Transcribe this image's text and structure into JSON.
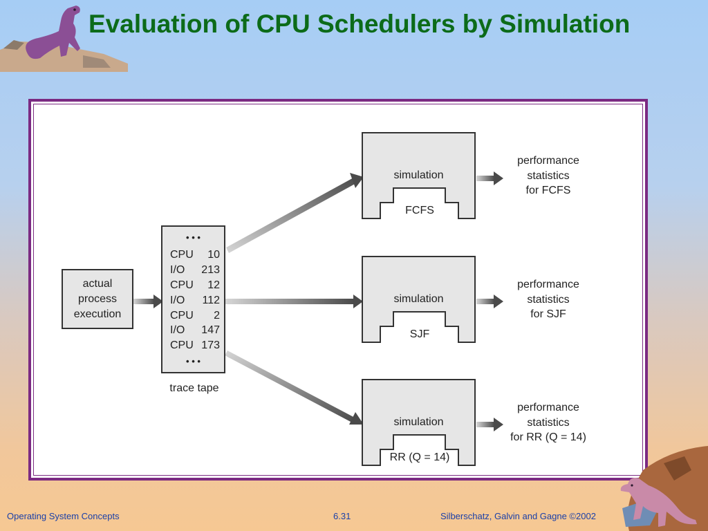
{
  "slide": {
    "title": "Evaluation of CPU Schedulers by Simulation"
  },
  "diagram": {
    "input_box": [
      "actual",
      "process",
      "execution"
    ],
    "trace_tape": {
      "top_ellipsis": "• • •",
      "rows": [
        {
          "op": "CPU",
          "val": "10"
        },
        {
          "op": "I/O",
          "val": "213"
        },
        {
          "op": "CPU",
          "val": "12"
        },
        {
          "op": "I/O",
          "val": "112"
        },
        {
          "op": "CPU",
          "val": "2"
        },
        {
          "op": "I/O",
          "val": "147"
        },
        {
          "op": "CPU",
          "val": "173"
        }
      ],
      "bottom_ellipsis": "• • •",
      "label": "trace tape"
    },
    "simulations": [
      {
        "label": "simulation",
        "scheduler": "FCFS",
        "stats": [
          "performance",
          "statistics",
          "for FCFS"
        ]
      },
      {
        "label": "simulation",
        "scheduler": "SJF",
        "stats": [
          "performance",
          "statistics",
          "for SJF"
        ]
      },
      {
        "label": "simulation",
        "scheduler": "RR (Q = 14)",
        "stats": [
          "performance",
          "statistics",
          "for RR (Q = 14)"
        ]
      }
    ]
  },
  "footer": {
    "left": "Operating System Concepts",
    "center": "6.31",
    "right": "Silberschatz, Galvin and  Gagne ©2002"
  },
  "colors": {
    "title": "#0c6b19",
    "frame": "#7b2a82",
    "footer_text": "#1a3fa8"
  }
}
